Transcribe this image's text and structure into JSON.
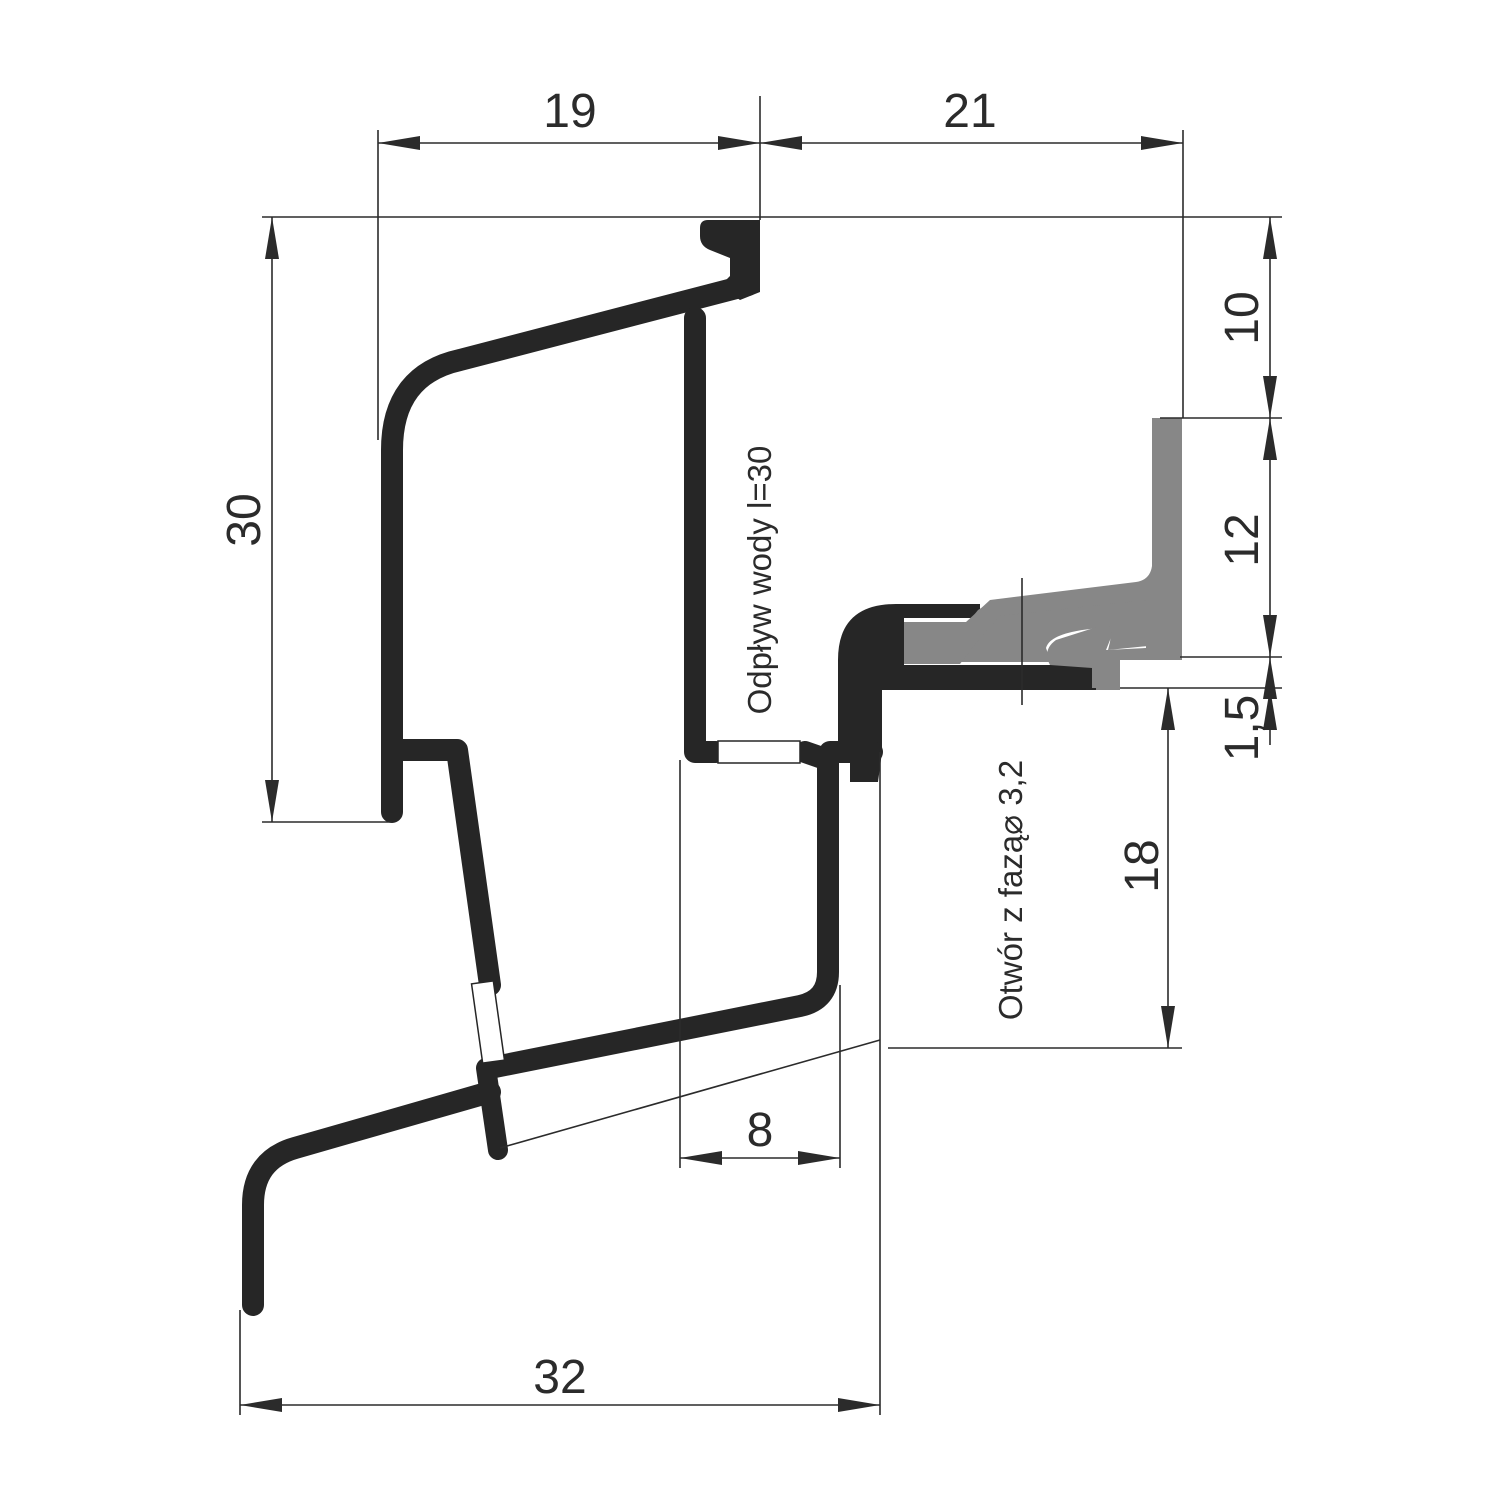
{
  "colors": {
    "profile": "#262626",
    "gasket": "#878787",
    "background": "#ffffff",
    "lines": "#2b2b2b"
  },
  "dimensions": {
    "top_left_width": "19",
    "top_right_width": "21",
    "left_height": "30",
    "right_top_height": "10",
    "right_mid_height": "12",
    "right_gap": "1,5",
    "right_lower_height": "18",
    "inner_width": "8",
    "bottom_width": "32"
  },
  "annotations": {
    "water_drain": "Odpływ wody l=30",
    "chamfered_hole": "Otwór z fazą⌀ 3,2"
  }
}
